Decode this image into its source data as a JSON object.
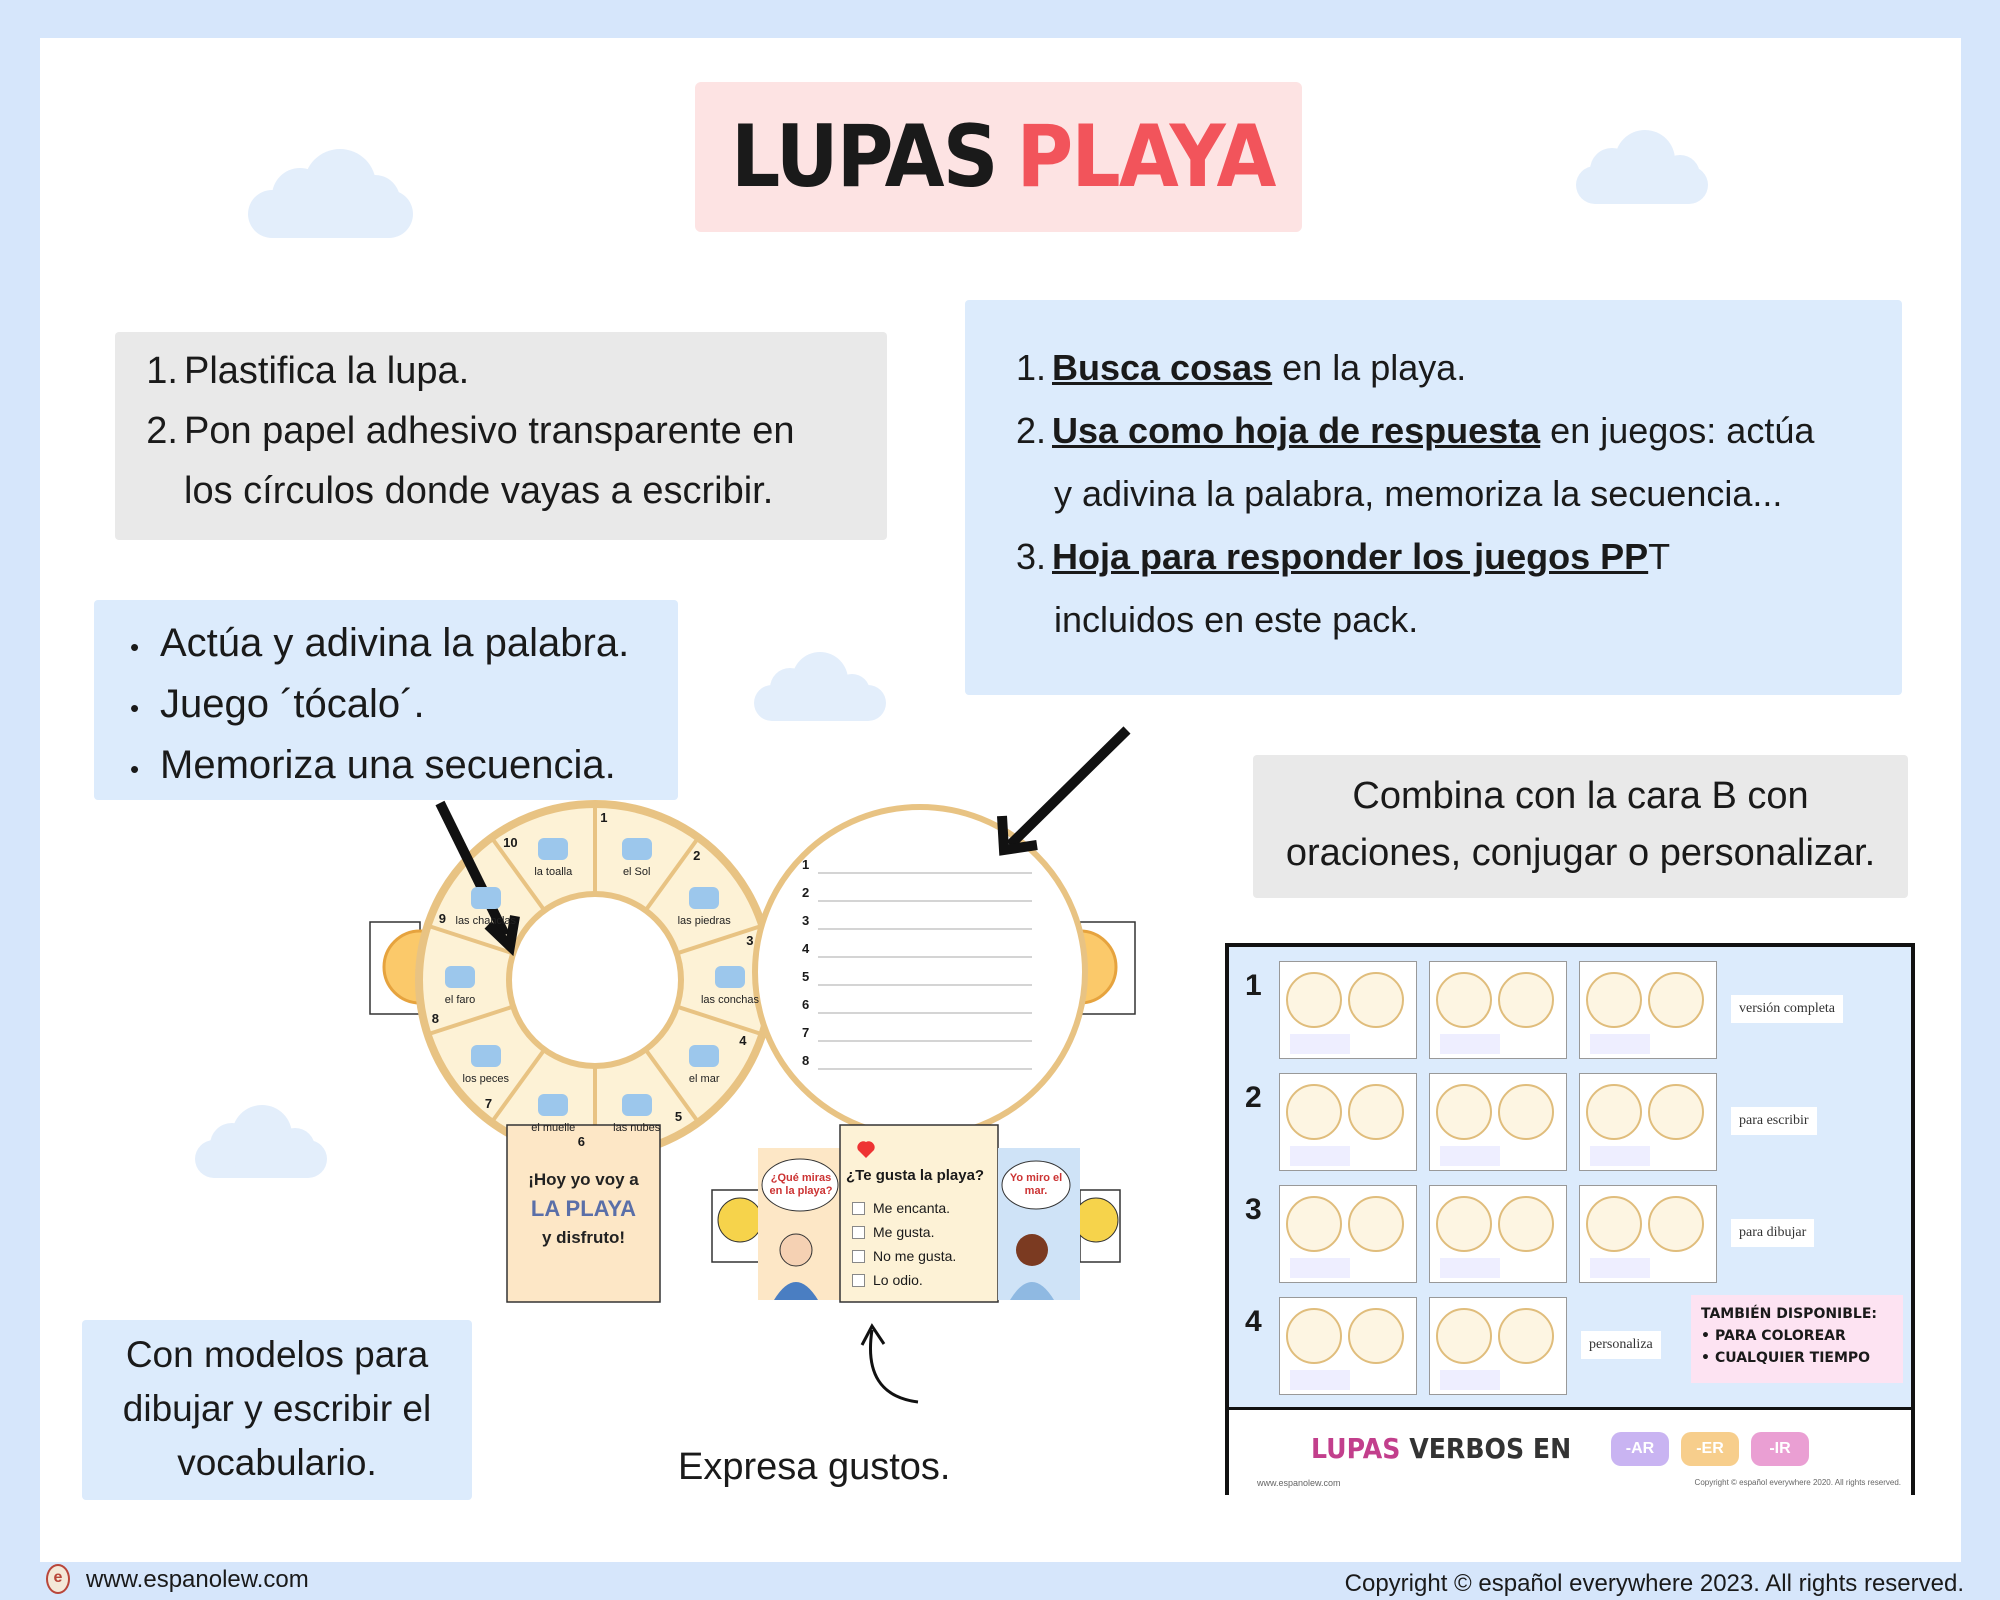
{
  "title": {
    "word1": "LUPAS",
    "word2": "PLAYA"
  },
  "box_left": {
    "items": [
      {
        "n": "1.",
        "text": "Plastifica la lupa."
      },
      {
        "n": "2.",
        "text": "Pon papel adhesivo transparente en"
      },
      {
        "n": "",
        "text": "los círculos donde vayas a escribir."
      }
    ]
  },
  "box_right": {
    "line1": {
      "n": "1.",
      "bold": "Busca cosas",
      "rest": " en la playa."
    },
    "line2": {
      "n": "2.",
      "bold": "Usa como hoja de respuesta",
      "rest": " en juegos: actúa"
    },
    "line3": {
      "rest": "y adivina la palabra, memoriza la secuencia..."
    },
    "line4": {
      "n": "3.",
      "bold": "Hoja para responder los juegos PP",
      "rest": "T"
    },
    "line5": {
      "rest": "incluidos en este pack."
    }
  },
  "bullets": [
    "Actúa y adivina la palabra.",
    "Juego ´tócalo´.",
    "Memoriza una secuencia."
  ],
  "combina": {
    "line1": "Combina con la cara B con",
    "line2": "oraciones, conjugar o personalizar."
  },
  "modelos": {
    "line1": "Con modelos para",
    "line2": "dibujar y escribir el",
    "line3": "vocabulario."
  },
  "expresa": "Expresa gustos.",
  "wheel": {
    "items": [
      {
        "n": "1",
        "label": "el Sol"
      },
      {
        "n": "2",
        "label": "las piedras"
      },
      {
        "n": "3",
        "label": "las conchas"
      },
      {
        "n": "4",
        "label": "el mar"
      },
      {
        "n": "5",
        "label": "las nubes"
      },
      {
        "n": "6",
        "label": "el muelle"
      },
      {
        "n": "7",
        "label": "los peces"
      },
      {
        "n": "8",
        "label": "el faro"
      },
      {
        "n": "9",
        "label": "las chanclas"
      },
      {
        "n": "10",
        "label": "la toalla"
      }
    ],
    "card": {
      "line1": "¡Hoy yo voy a",
      "line2": "LA PLAYA",
      "line3": "y disfruto!"
    }
  },
  "lines": [
    "1",
    "2",
    "3",
    "4",
    "5",
    "6",
    "7",
    "8"
  ],
  "gusta": {
    "question": "¿Te gusta la playa?",
    "options": [
      "Me encanta.",
      "Me gusta.",
      "No me gusta.",
      "Lo odio."
    ],
    "bubble_left": "¿Qué miras en la playa?",
    "bubble_right": "Yo miro el mar."
  },
  "sample": {
    "rows": [
      "1",
      "2",
      "3",
      "4"
    ],
    "tags": [
      "versión completa",
      "para escribir",
      "para dibujar",
      "personaliza"
    ],
    "tambien_title": "TAMBIÉN DISPONIBLE:",
    "tambien_items": [
      "PARA COLOREAR",
      "CUALQUIER TIEMPO"
    ],
    "banner": {
      "w1": "LUPAS",
      "w2": "VERBOS EN",
      "b1": "-AR",
      "b2": "-ER",
      "b3": "-IR"
    },
    "small_left": "www.espanolew.com",
    "small_right": "Copyright © español everywhere 2020. All rights reserved."
  },
  "footer": {
    "website": "www.espanolew.com",
    "copyright": "Copyright © español everywhere 2023. All rights reserved."
  },
  "colors": {
    "background": "#d6e6fb",
    "pink_box": "#fde3e3",
    "grey_box": "#e9e9e9",
    "blue_box": "#dcebfc",
    "accent_red": "#f2545b",
    "wheel_border": "#e0bd7c"
  }
}
